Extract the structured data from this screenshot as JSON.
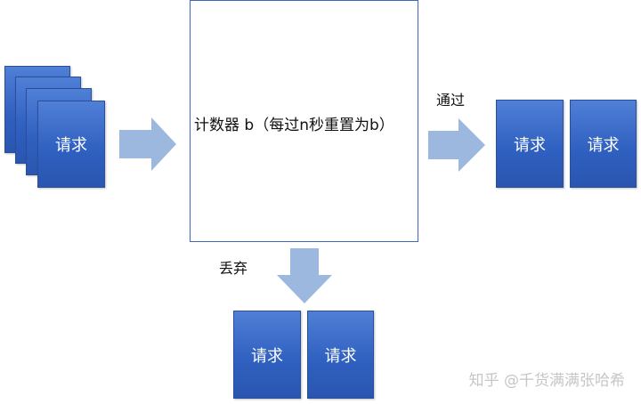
{
  "colors": {
    "card": "#3a69c6",
    "arrow": "#9db8de",
    "box_border": "#3f67b8"
  },
  "request_label": "请求",
  "counter_label": "计数器 b（每过n秒重置为b）",
  "pass_label": "通过",
  "drop_label": "丢弃",
  "watermark": "知乎 @千货满满张哈希"
}
